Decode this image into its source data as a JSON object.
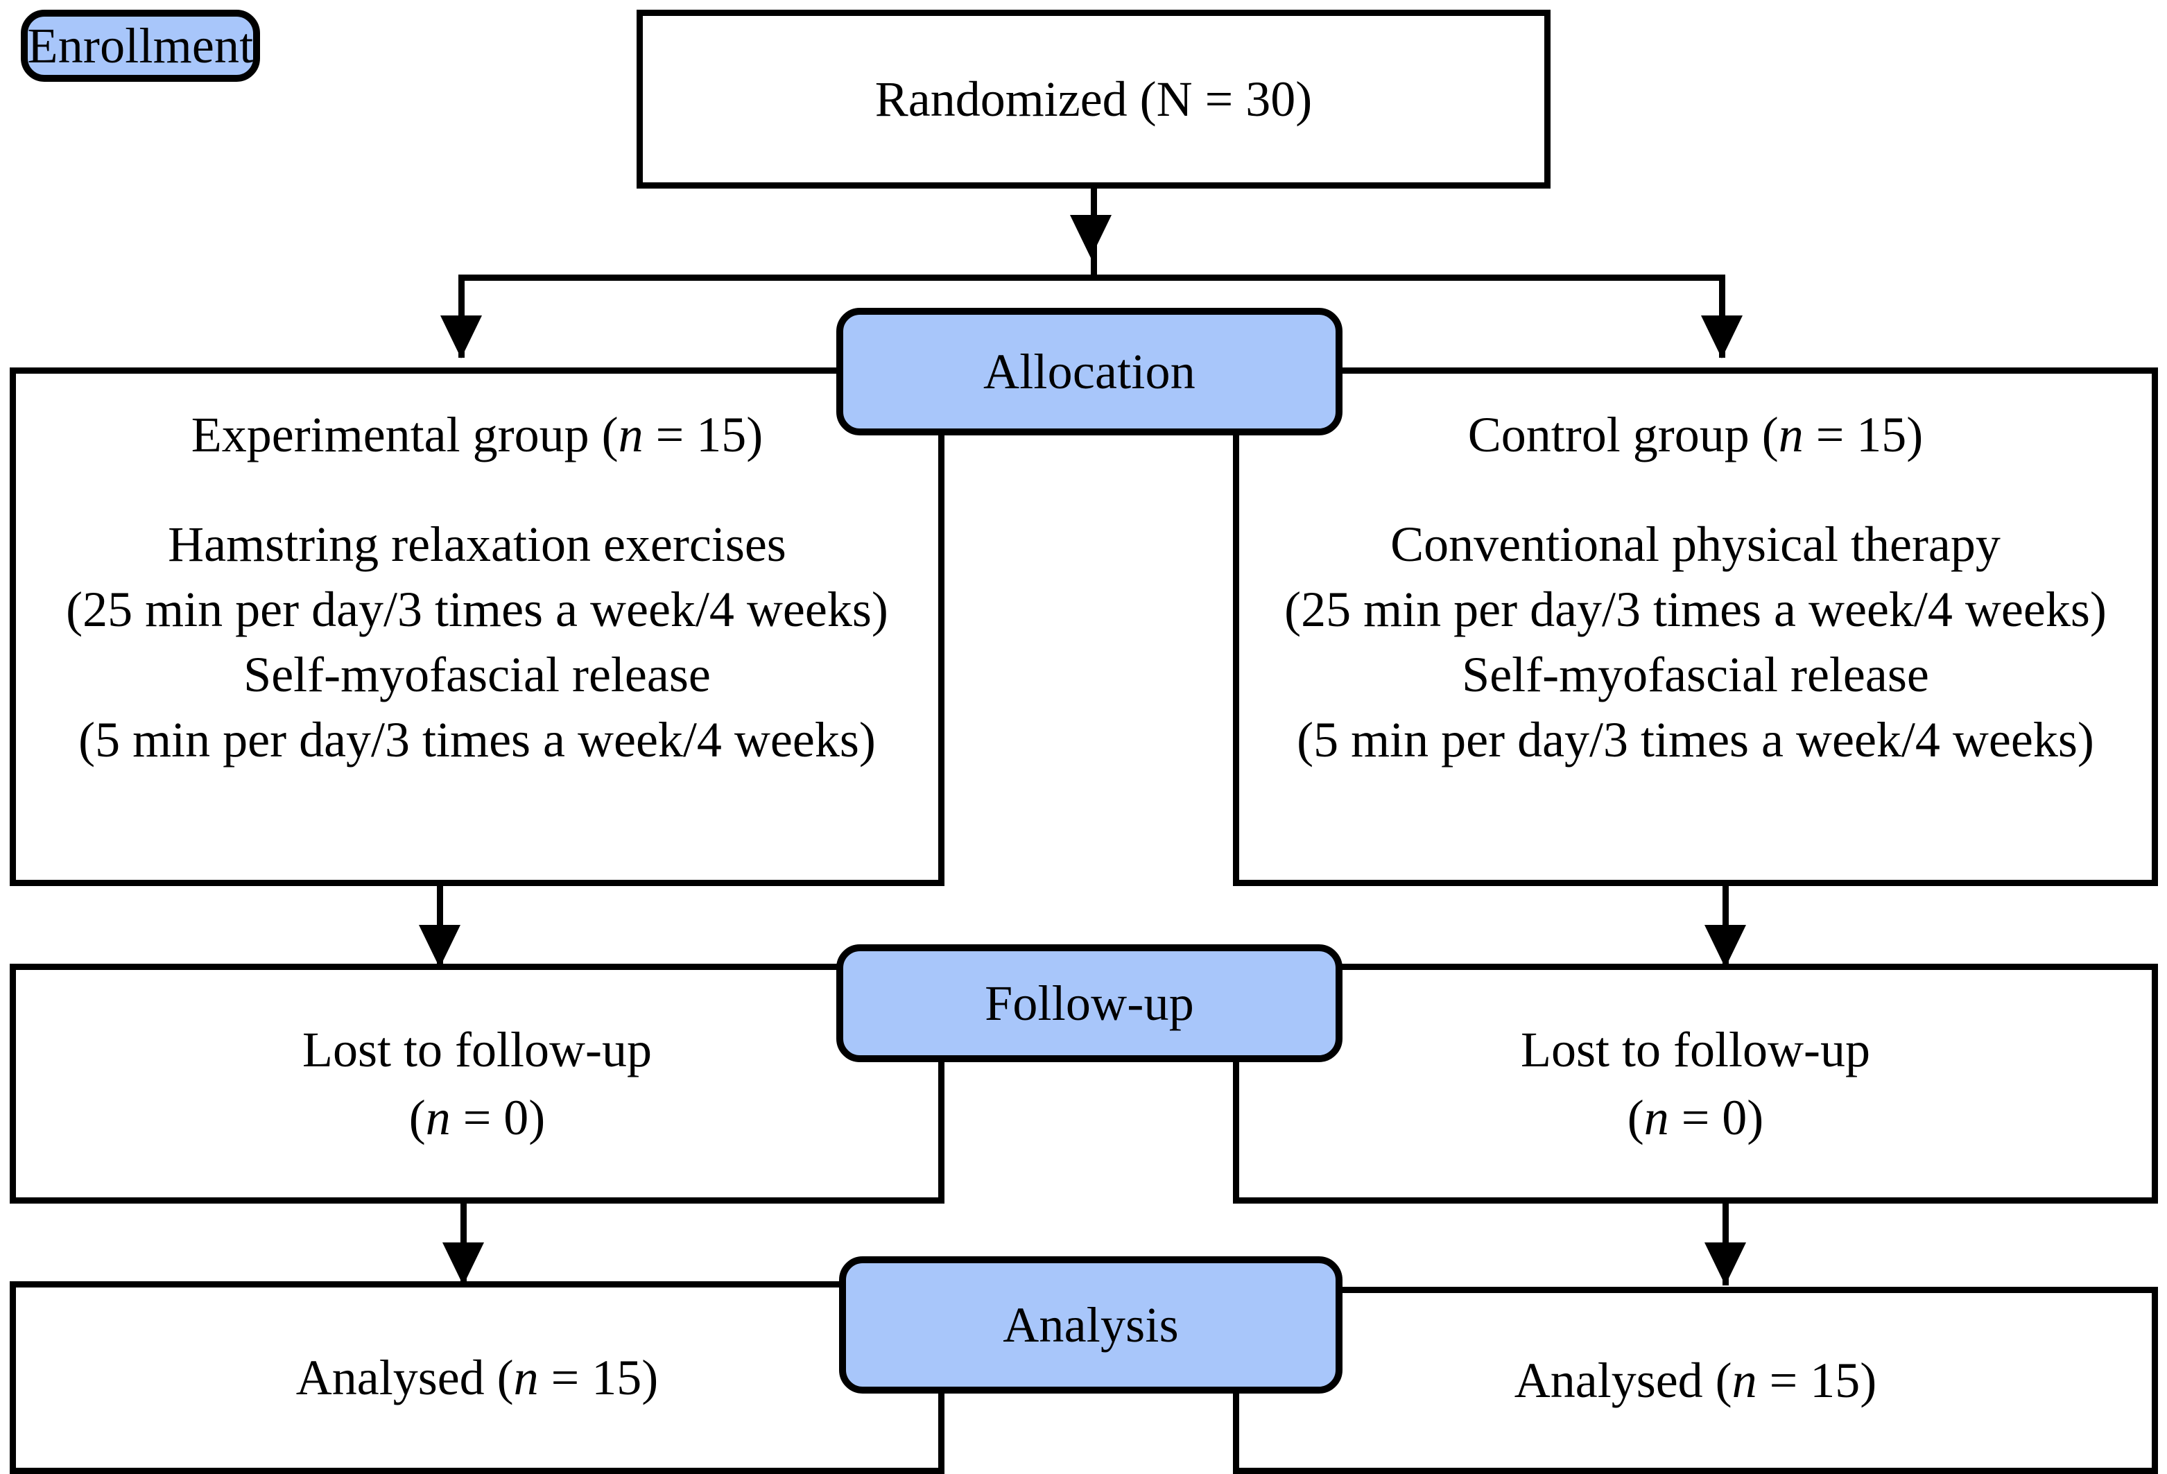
{
  "diagram": {
    "type": "consort-flow-diagram",
    "title": "CONSORT participant flow",
    "accent_color": "#a8c6fa",
    "line_color": "#000000",
    "background_color": "#ffffff"
  },
  "stages": {
    "enrollment": {
      "label": "Enrollment"
    },
    "allocation": {
      "label": "Allocation"
    },
    "followup": {
      "label": "Follow-up"
    },
    "analysis": {
      "label": "Analysis"
    }
  },
  "enrollment_box": {
    "text": "Randomized (N = 30)",
    "n_total": 30
  },
  "experimental_group": {
    "heading_pre": "Experimental group (",
    "heading_n_symbol": "n",
    "heading_post": " = 15)",
    "n": 15,
    "lines": [
      "Hamstring relaxation exercises",
      "(25 min per day/3 times a week/4 weeks)",
      "Self-myofascial release",
      "(5 min per day/3 times a week/4 weeks)"
    ]
  },
  "control_group": {
    "heading_pre": "Control group (",
    "heading_n_symbol": "n",
    "heading_post": " = 15)",
    "n": 15,
    "lines": [
      "Conventional physical therapy",
      "(25 min per day/3 times a week/4 weeks)",
      "Self-myofascial release",
      "(5 min per day/3 times a week/4 weeks)"
    ]
  },
  "followup_left": {
    "line1": "Lost to follow-up",
    "line2_pre": "(",
    "line2_n_symbol": "n",
    "line2_post": " = 0)",
    "n": 0
  },
  "followup_right": {
    "line1": "Lost to follow-up",
    "line2_pre": "(",
    "line2_n_symbol": "n",
    "line2_post": " = 0)",
    "n": 0
  },
  "analysis_left": {
    "pre": "Analysed (",
    "n_symbol": "n",
    "post": " = 15)",
    "n": 15
  },
  "analysis_right": {
    "pre": "Analysed (",
    "n_symbol": "n",
    "post": " = 15)",
    "n": 15
  }
}
